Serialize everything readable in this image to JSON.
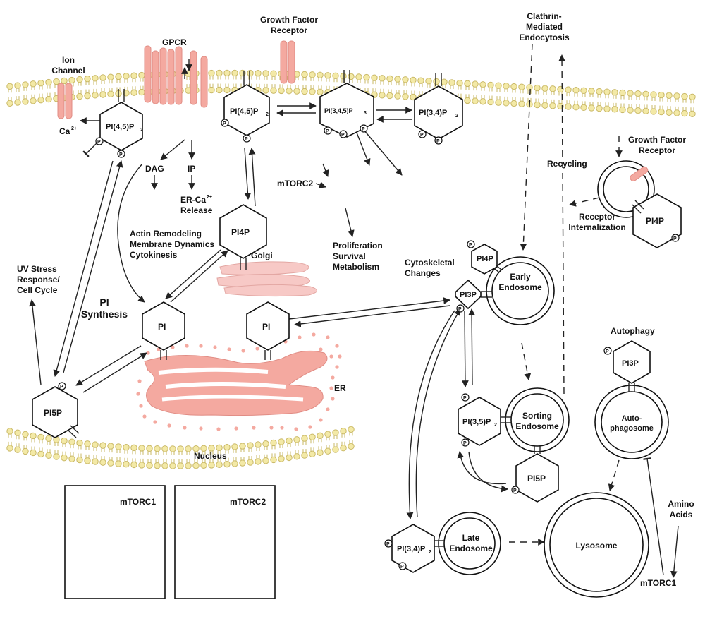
{
  "labels": {
    "ion_channel": [
      "Ion",
      "Channel"
    ],
    "gpcr": "GPCR",
    "growth_factor_receptor_top": [
      "Growth Factor",
      "Receptor"
    ],
    "clathrin": [
      "Clathrin-",
      "Mediated",
      "Endocytosis"
    ],
    "ca": "Ca",
    "ca_sup": "2+",
    "dag": "DAG",
    "ip": "IP",
    "er_ca": [
      "ER-Ca",
      "Release"
    ],
    "er_ca_sup": "2+",
    "mtorc2_membrane": "mTORC2",
    "actin": [
      "Actin Remodeling",
      "Membrane Dynamics",
      "Cytokinesis"
    ],
    "golgi": "Golgi",
    "proliferation": [
      "Proliferation",
      "Survival",
      "Metabolism"
    ],
    "recycling": "Recycling",
    "growth_factor_receptor_right": [
      "Growth Factor",
      "Receptor"
    ],
    "receptor_internalization": [
      "Receptor",
      "Internalization"
    ],
    "uv_stress": [
      "UV Stress",
      "Response/",
      "Cell Cycle"
    ],
    "pi_synthesis": [
      "PI",
      "Synthesis"
    ],
    "cytoskeletal": [
      "Cytoskeletal",
      "Changes"
    ],
    "early_endosome": [
      "Early",
      "Endosome"
    ],
    "autophagy": "Autophagy",
    "er": "ER",
    "sorting_endosome": [
      "Sorting",
      "Endosome"
    ],
    "autophagosome": [
      "Auto-",
      "phagosome"
    ],
    "nucleus": "Nucleus",
    "late_endosome": [
      "Late",
      "Endosome"
    ],
    "lysosome": "Lysosome",
    "amino_acids": [
      "Amino",
      "Acids"
    ],
    "mtorc1": "mTORC1"
  },
  "phosphoinositides": {
    "pi45p2_left": "PI(4,5)P",
    "pi45p2_center": "PI(4,5)P",
    "pi345p3": "PI(3,4,5)P",
    "pi34p2_top": "PI(3,4)P",
    "pi4p_golgi": "PI4P",
    "pi_left": "PI",
    "pi_right": "PI",
    "pi5p_left": "PI5P",
    "pi4p_early": "PI4P",
    "pi3p_early": "PI3P",
    "pi35p2": "PI(3,5)P",
    "pi5p_sorting": "PI5P",
    "pi34p2_late": "PI(3,4)P",
    "pi3p_auto": "PI3P",
    "pi4p_receptor": "PI4P",
    "sub2": "2",
    "sub3": "3",
    "phosphate": "P"
  },
  "legend": {
    "box1_title": "mTORC1",
    "box2_title": "mTORC2"
  },
  "colors": {
    "lipid_head": "#f3e9a6",
    "lipid_outline": "#c9b866",
    "protein": "#f4a9a0",
    "golgi": "#f7c9c6",
    "line": "#222222"
  }
}
